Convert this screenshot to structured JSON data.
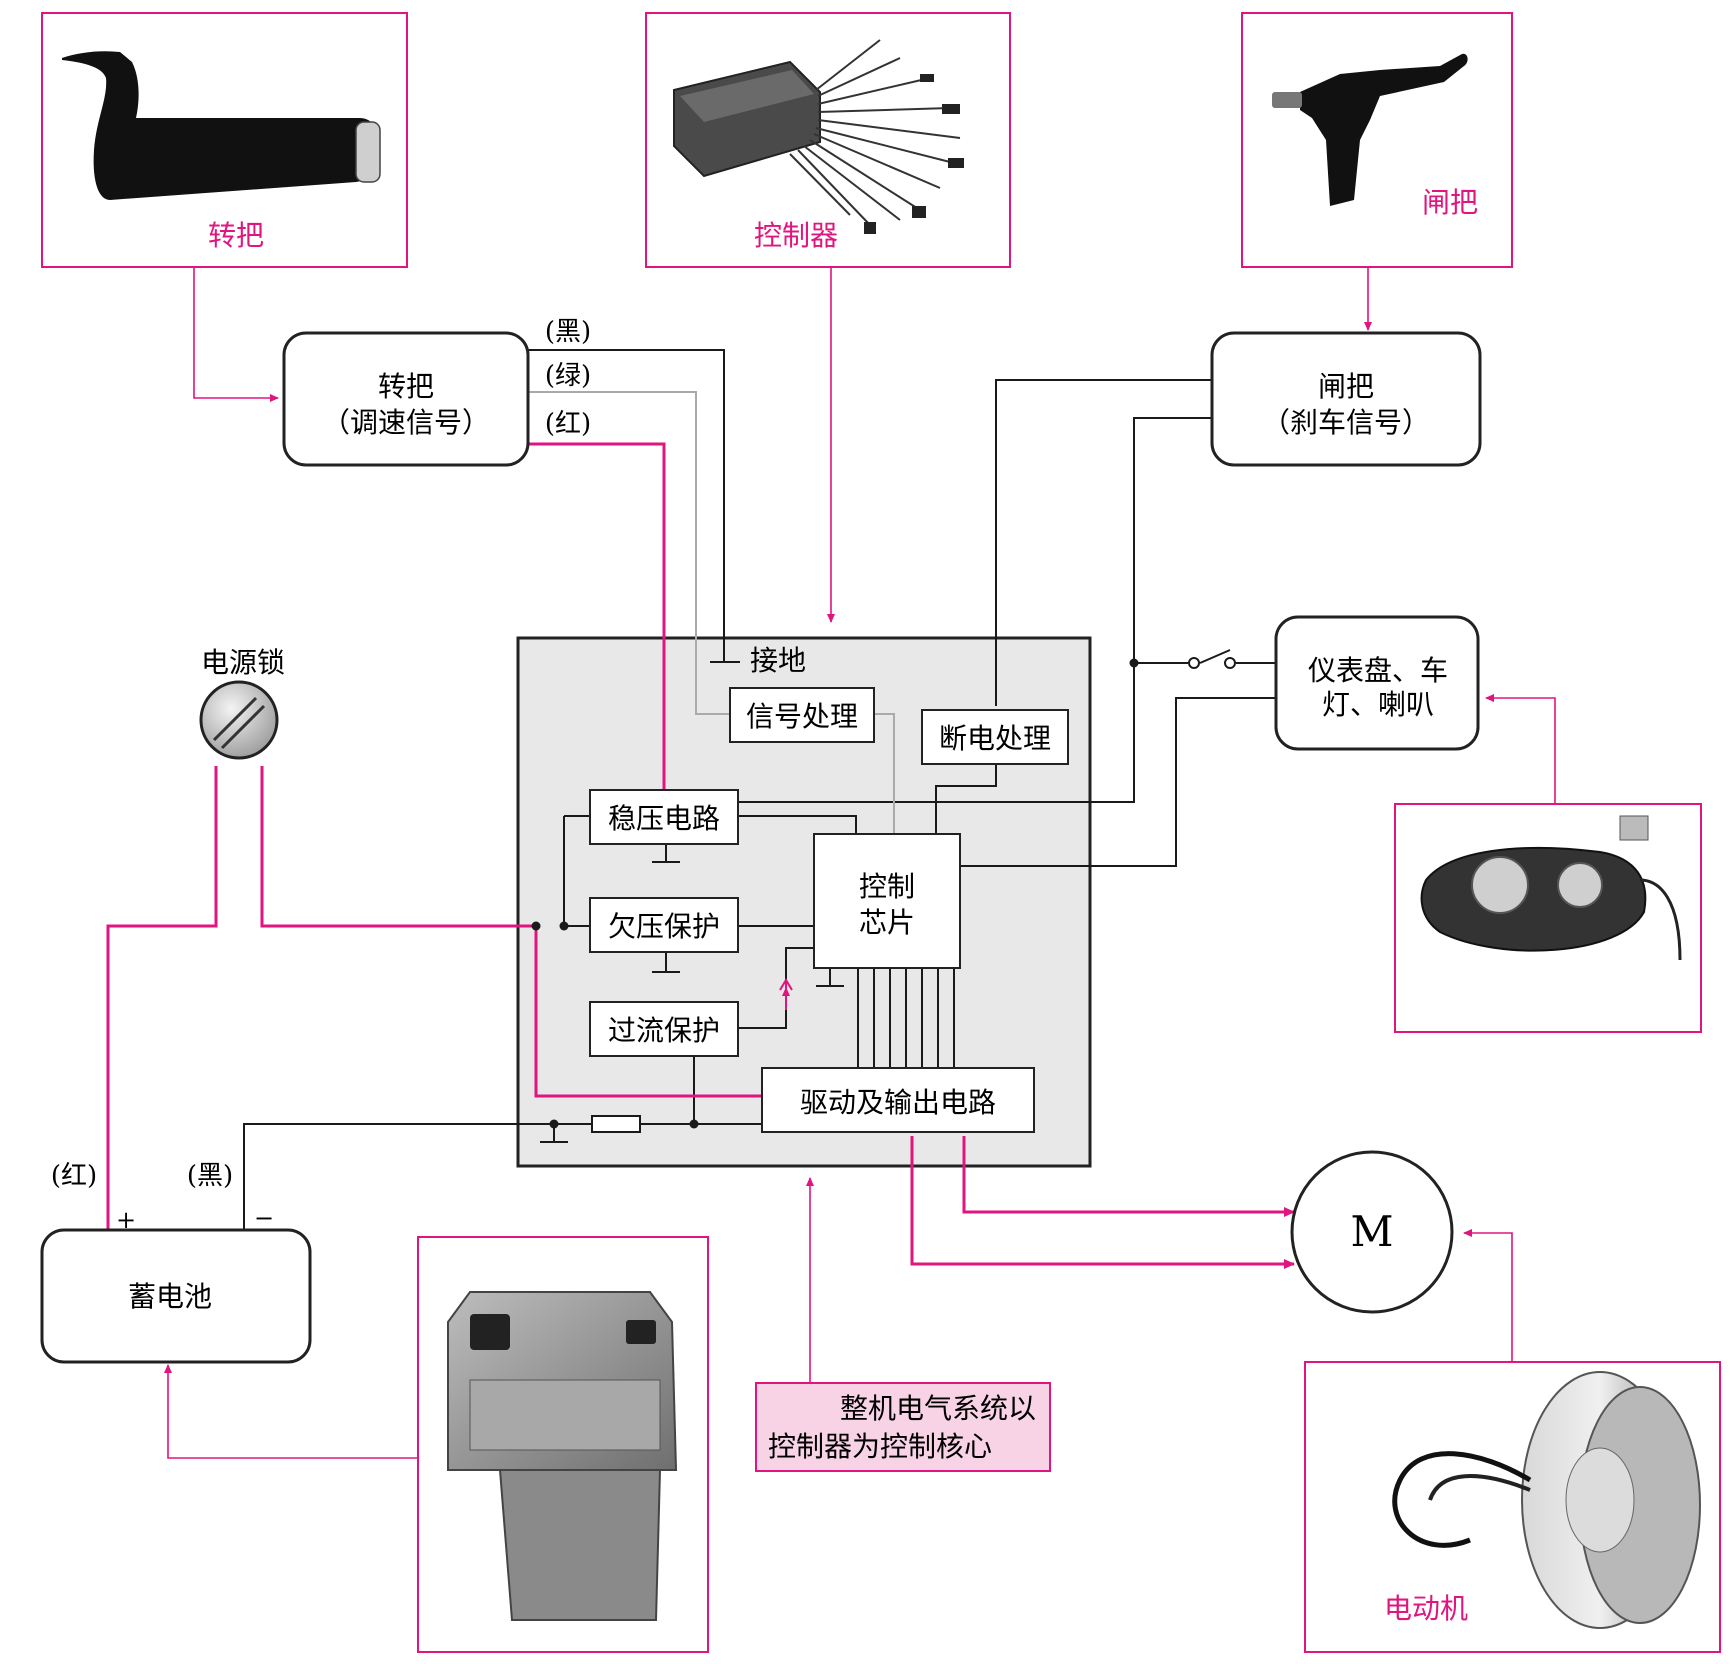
{
  "photos": {
    "throttle": "转把",
    "controller": "控制器",
    "brake": "闸把",
    "motor": "电动机",
    "battery_pack": ""
  },
  "blocks": {
    "throttle_line1": "转把",
    "throttle_line2": "（调速信号）",
    "brake_line1": "闸把",
    "brake_line2": "（刹车信号）",
    "dashboard_line1": "仪表盘、车",
    "dashboard_line2": "灯、喇叭",
    "battery": "蓄电池",
    "motor": "M",
    "power_lock": "电源锁"
  },
  "wires": {
    "black": "(黑)",
    "green": "(绿)",
    "red": "(红)",
    "battery_red": "(红)",
    "battery_black": "(黑)",
    "plus": "+",
    "minus": "−"
  },
  "controller_internals": {
    "ground": "接地",
    "signal": "信号处理",
    "cutoff": "断电处理",
    "regulator": "稳压电路",
    "undervoltage": "欠压保护",
    "overcurrent": "过流保护",
    "chip_line1": "控制",
    "chip_line2": "芯片",
    "driver": "驱动及输出电路"
  },
  "note": {
    "line1": "整机电气系统以",
    "line2": "控制器为控制核心"
  },
  "colors": {
    "accent": "#e0157f",
    "wire": "#1a1a1a",
    "green_wire": "#aaaaaa",
    "controller_bg": "#e8e8e8",
    "note_bg": "#f8d3e6"
  }
}
